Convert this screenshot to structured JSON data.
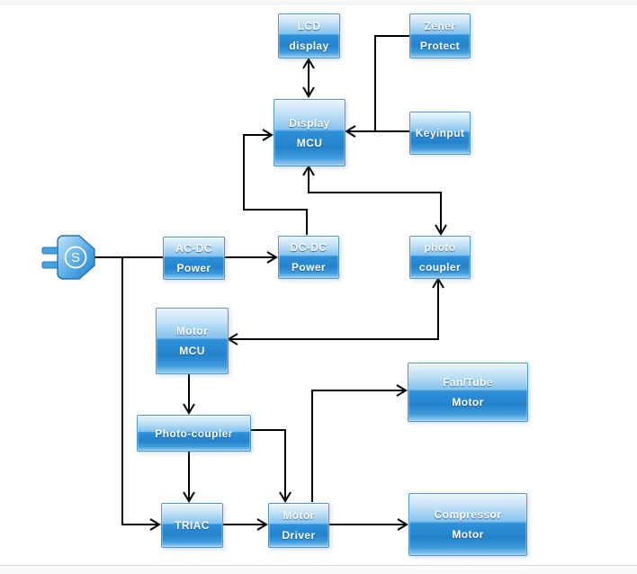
{
  "canvas": {
    "background": "#ffffff",
    "border_strip_color": "#f8f8f8",
    "divider_color": "#dcdcdc"
  },
  "diagram": {
    "type": "block-diagram",
    "subject": "appliance motor and display control system",
    "connector_color": "#000000",
    "node_border_color": "#4f94cc",
    "node_fill_light": "#eaf5fd",
    "node_fill_dark": "#2482cb",
    "nodes": {
      "lcd_display": {
        "line1": "LCD",
        "line2": "display"
      },
      "zener_protect": {
        "line1": "Zener",
        "line2": "Protect"
      },
      "display_mcu": {
        "line1": "Display",
        "line2": "MCU"
      },
      "keyinput": {
        "line1": "Keyinput"
      },
      "ac_dc_power": {
        "line1": "AC-DC",
        "line2": "Power"
      },
      "dc_dc_power": {
        "line1": "DC-DC",
        "line2": "Power"
      },
      "photo_coupler": {
        "line1": "photo",
        "line2": "coupler"
      },
      "motor_mcu": {
        "line1": "Motor",
        "line2": "MCU"
      },
      "photo_coupler_driver": {
        "line1": "Photo-coupler"
      },
      "fan_tube_motor": {
        "line1": "Fan/Tube",
        "line2": "Motor"
      },
      "triac": {
        "line1": "TRIAC"
      },
      "motor_driver": {
        "line1": "Motor",
        "line2": "Driver"
      },
      "compressor_motor": {
        "line1": "Compressor",
        "line2": "Motor"
      }
    },
    "power_plug": {
      "label": "S"
    },
    "edges": [
      {
        "from": "lcd_display",
        "to": "display_mcu",
        "arrows": "both"
      },
      {
        "from": "zener_protect",
        "to": "display_mcu",
        "arrows": "end"
      },
      {
        "from": "keyinput",
        "to": "display_mcu",
        "arrows": "end"
      },
      {
        "from": "dc_dc_power",
        "to": "display_mcu",
        "arrows": "end"
      },
      {
        "from": "display_mcu",
        "to": "photo_coupler",
        "arrows": "both"
      },
      {
        "from": "power_plug",
        "to": "ac_dc_power",
        "arrows": "none"
      },
      {
        "from": "ac_dc_power",
        "to": "dc_dc_power",
        "arrows": "end"
      },
      {
        "from": "photo_coupler",
        "to": "motor_mcu",
        "arrows": "both"
      },
      {
        "from": "motor_mcu",
        "to": "photo_coupler_driver",
        "arrows": "end"
      },
      {
        "from": "photo_coupler_driver",
        "to": "triac",
        "arrows": "end"
      },
      {
        "from": "photo_coupler_driver",
        "to": "motor_driver",
        "arrows": "end"
      },
      {
        "from": "power_plug",
        "to": "triac",
        "arrows": "end"
      },
      {
        "from": "triac",
        "to": "motor_driver",
        "arrows": "end"
      },
      {
        "from": "motor_driver",
        "to": "fan_tube_motor",
        "arrows": "end"
      },
      {
        "from": "motor_driver",
        "to": "compressor_motor",
        "arrows": "end"
      }
    ]
  }
}
